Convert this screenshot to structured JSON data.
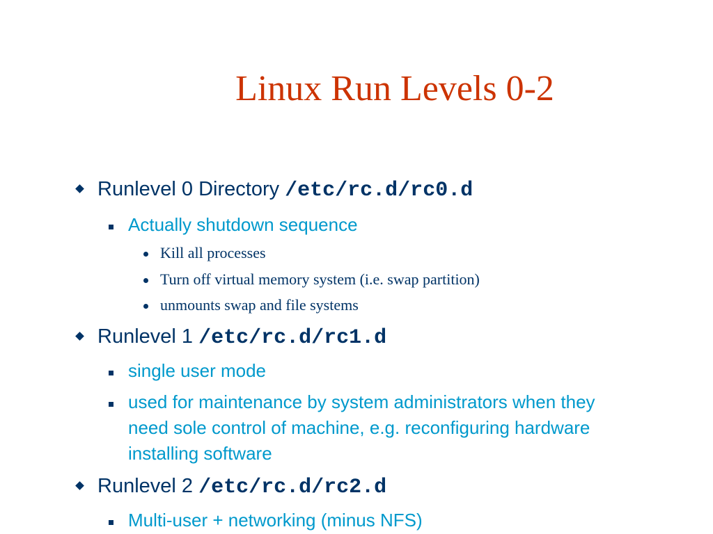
{
  "slide": {
    "title": "Linux Run Levels 0-2",
    "items": [
      {
        "text": "Runlevel 0 Directory ",
        "code": "/etc/rc.d/rc0.d",
        "children": [
          {
            "text": "Actually shutdown sequence",
            "children": [
              {
                "text": "Kill all processes"
              },
              {
                "text": "Turn off virtual memory system (i.e. swap partition)"
              },
              {
                "text": "unmounts  swap and file systems"
              }
            ]
          }
        ]
      },
      {
        "text": "Runlevel 1 ",
        "code": "/etc/rc.d/rc1.d",
        "children": [
          {
            "text": "single user mode"
          },
          {
            "lines": [
              "used for maintenance by system administrators when they",
              "need sole control of machine, e.g. reconfiguring hardware",
              "installing software"
            ]
          }
        ]
      },
      {
        "text": "Runlevel 2 ",
        "code": "/etc/rc.d/rc2.d",
        "children": [
          {
            "text": "Multi-user + networking (minus NFS)"
          }
        ]
      }
    ]
  },
  "colors": {
    "title": "#cc3300",
    "level1": "#003366",
    "level2": "#0099cc",
    "level3": "#003366"
  }
}
